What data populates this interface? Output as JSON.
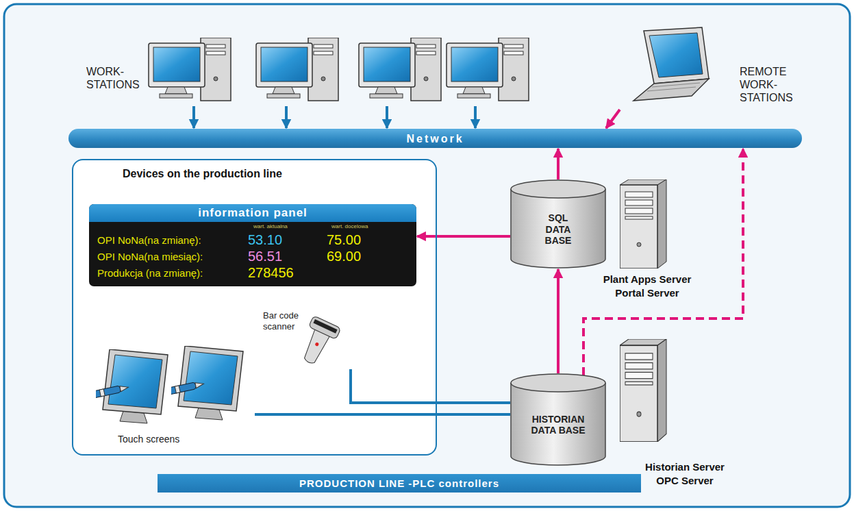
{
  "diagram": {
    "nodes": [
      {
        "text": [
          "WORK- STATIONS"
        ]
      },
      {
        "text": [
          "REMOTE WORK- STATIONS"
        ]
      },
      {
        "text": [
          "Network"
        ]
      },
      {
        "text": [
          "Devices on the production line"
        ]
      },
      {
        "text": [
          "information panel",
          "wart. aktualna",
          "wart. docelowa",
          "OPI NoNa(na zmianę):",
          "53.10",
          "75.00",
          "OPI NoNa(na miesiąc):",
          "56.51",
          "69.00",
          "Produkcja (na zmianę):",
          "278456"
        ],
        "in": 3
      },
      {
        "text": [
          "Bar code scanner"
        ],
        "in": 3
      },
      {
        "text": [
          "Touch screens"
        ],
        "in": 3
      },
      {
        "text": [
          "SQL DATA BASE"
        ]
      },
      {
        "text": [
          "HISTORIAN DATA BASE"
        ]
      },
      {
        "text": [
          "PRODUCTION LINE -PLC controllers"
        ]
      }
    ],
    "edges": [
      {
        "from": 0,
        "to": 2,
        "arrow": "to"
      },
      {
        "from": 0,
        "to": 2,
        "arrow": "to"
      },
      {
        "from": 0,
        "to": 2,
        "arrow": "to"
      },
      {
        "from": 0,
        "to": 2,
        "arrow": "to"
      },
      {
        "from": 1,
        "to": 2,
        "arrow": "to"
      },
      {
        "from": 7,
        "to": 2,
        "arrow": "to"
      },
      {
        "from": 7,
        "to": 4,
        "arrow": "to"
      },
      {
        "from": 8,
        "to": 7,
        "arrow": "to"
      },
      {
        "from": 8,
        "to": 2,
        "arrow": "to"
      },
      {
        "from": 5,
        "to": 8,
        "arrow": "none"
      },
      {
        "from": 6,
        "to": 8,
        "arrow": "none"
      }
    ],
    "labels": [
      "Plant Apps Server Portal Server",
      "Historian Server OPC Server"
    ]
  }
}
